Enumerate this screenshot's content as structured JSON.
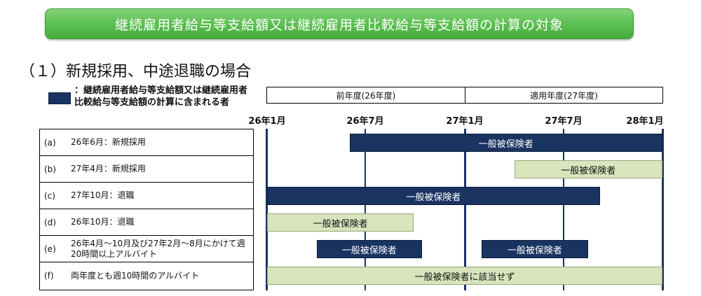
{
  "header": {
    "banner_title": "継続雇用者給与等支給額又は継続雇用者比較給与等支給額の計算の対象"
  },
  "section_title": "（１）新規採用、中途退職の場合",
  "legend": {
    "label": "：継続雇用者給与等支給額又は継続雇用者比較給与等支給額の計算に含まれる者",
    "color": "#1a3461"
  },
  "fiscal_years": [
    "前年度(26年度)",
    "適用年度(27年度)"
  ],
  "timeline": {
    "ticks": [
      "26年1月",
      "26年7月",
      "27年1月",
      "27年7月",
      "28年1月"
    ]
  },
  "colors": {
    "included": "#1a3461",
    "excluded": "#d8e4bc",
    "banner": "#5ec154"
  },
  "rows": [
    {
      "id": "(a)",
      "desc": "26年6月：新規採用",
      "bars": [
        {
          "label": "一般被保険者",
          "start": 5,
          "end": 24,
          "included": true
        }
      ]
    },
    {
      "id": "(b)",
      "desc": "27年4月：新規採用",
      "bars": [
        {
          "label": "一般被保険者",
          "start": 15,
          "end": 24,
          "included": false
        }
      ]
    },
    {
      "id": "(c)",
      "desc": "27年10月：退職",
      "bars": [
        {
          "label": "一般被保険者",
          "start": 0,
          "end": 20.2,
          "included": true
        }
      ]
    },
    {
      "id": "(d)",
      "desc": "26年10月：退職",
      "bars": [
        {
          "label": "一般被保険者",
          "start": 0,
          "end": 8.9,
          "included": false
        }
      ]
    },
    {
      "id": "(e)",
      "desc": "26年4月～10月及び27年2月～8月にかけて週20時間以上アルバイト",
      "bars": [
        {
          "label": "一般被保険者",
          "start": 3,
          "end": 9.4,
          "included": true
        },
        {
          "label": "一般被保険者",
          "start": 13,
          "end": 19.5,
          "included": true
        }
      ]
    },
    {
      "id": "(f)",
      "desc": "両年度とも週10時間のアルバイト",
      "bars": [
        {
          "label": "一般被保険者に該当せず",
          "start": 0,
          "end": 24,
          "included": false
        }
      ]
    }
  ]
}
